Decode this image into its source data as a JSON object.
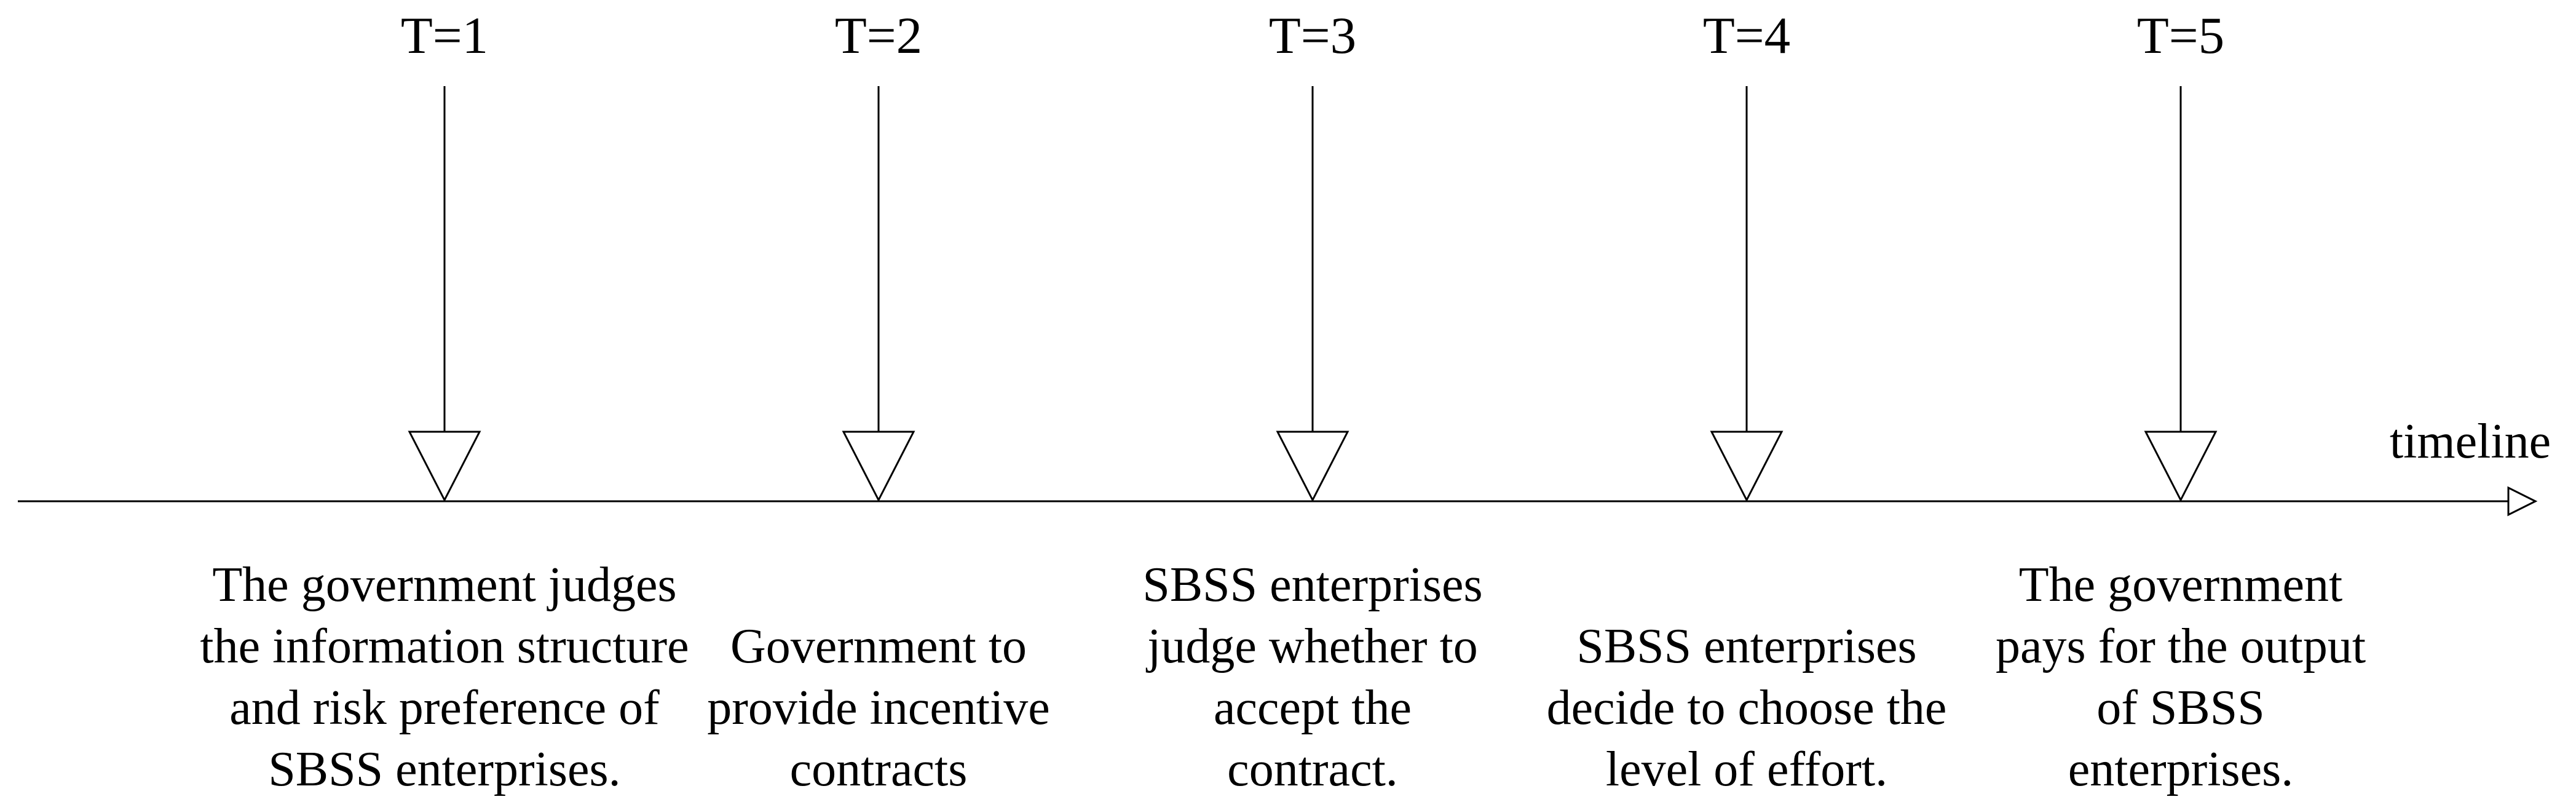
{
  "timeline_label": "timeline",
  "events": [
    {
      "time_label": "T=1",
      "description_lines": [
        "The government judges",
        "the information structure",
        "and risk preference of",
        "SBSS enterprises."
      ]
    },
    {
      "time_label": "T=2",
      "description_lines": [
        "Government to",
        "provide incentive",
        "contracts"
      ]
    },
    {
      "time_label": "T=3",
      "description_lines": [
        "SBSS enterprises",
        "judge whether to",
        "accept the",
        "contract."
      ]
    },
    {
      "time_label": "T=4",
      "description_lines": [
        "SBSS enterprises",
        "decide to choose the",
        "level of effort."
      ]
    },
    {
      "time_label": "T=5",
      "description_lines": [
        "The government",
        "pays for the output",
        "of SBSS",
        "enterprises."
      ]
    }
  ],
  "colors": {
    "line": "#000000",
    "text": "#000000",
    "background": "#ffffff"
  }
}
